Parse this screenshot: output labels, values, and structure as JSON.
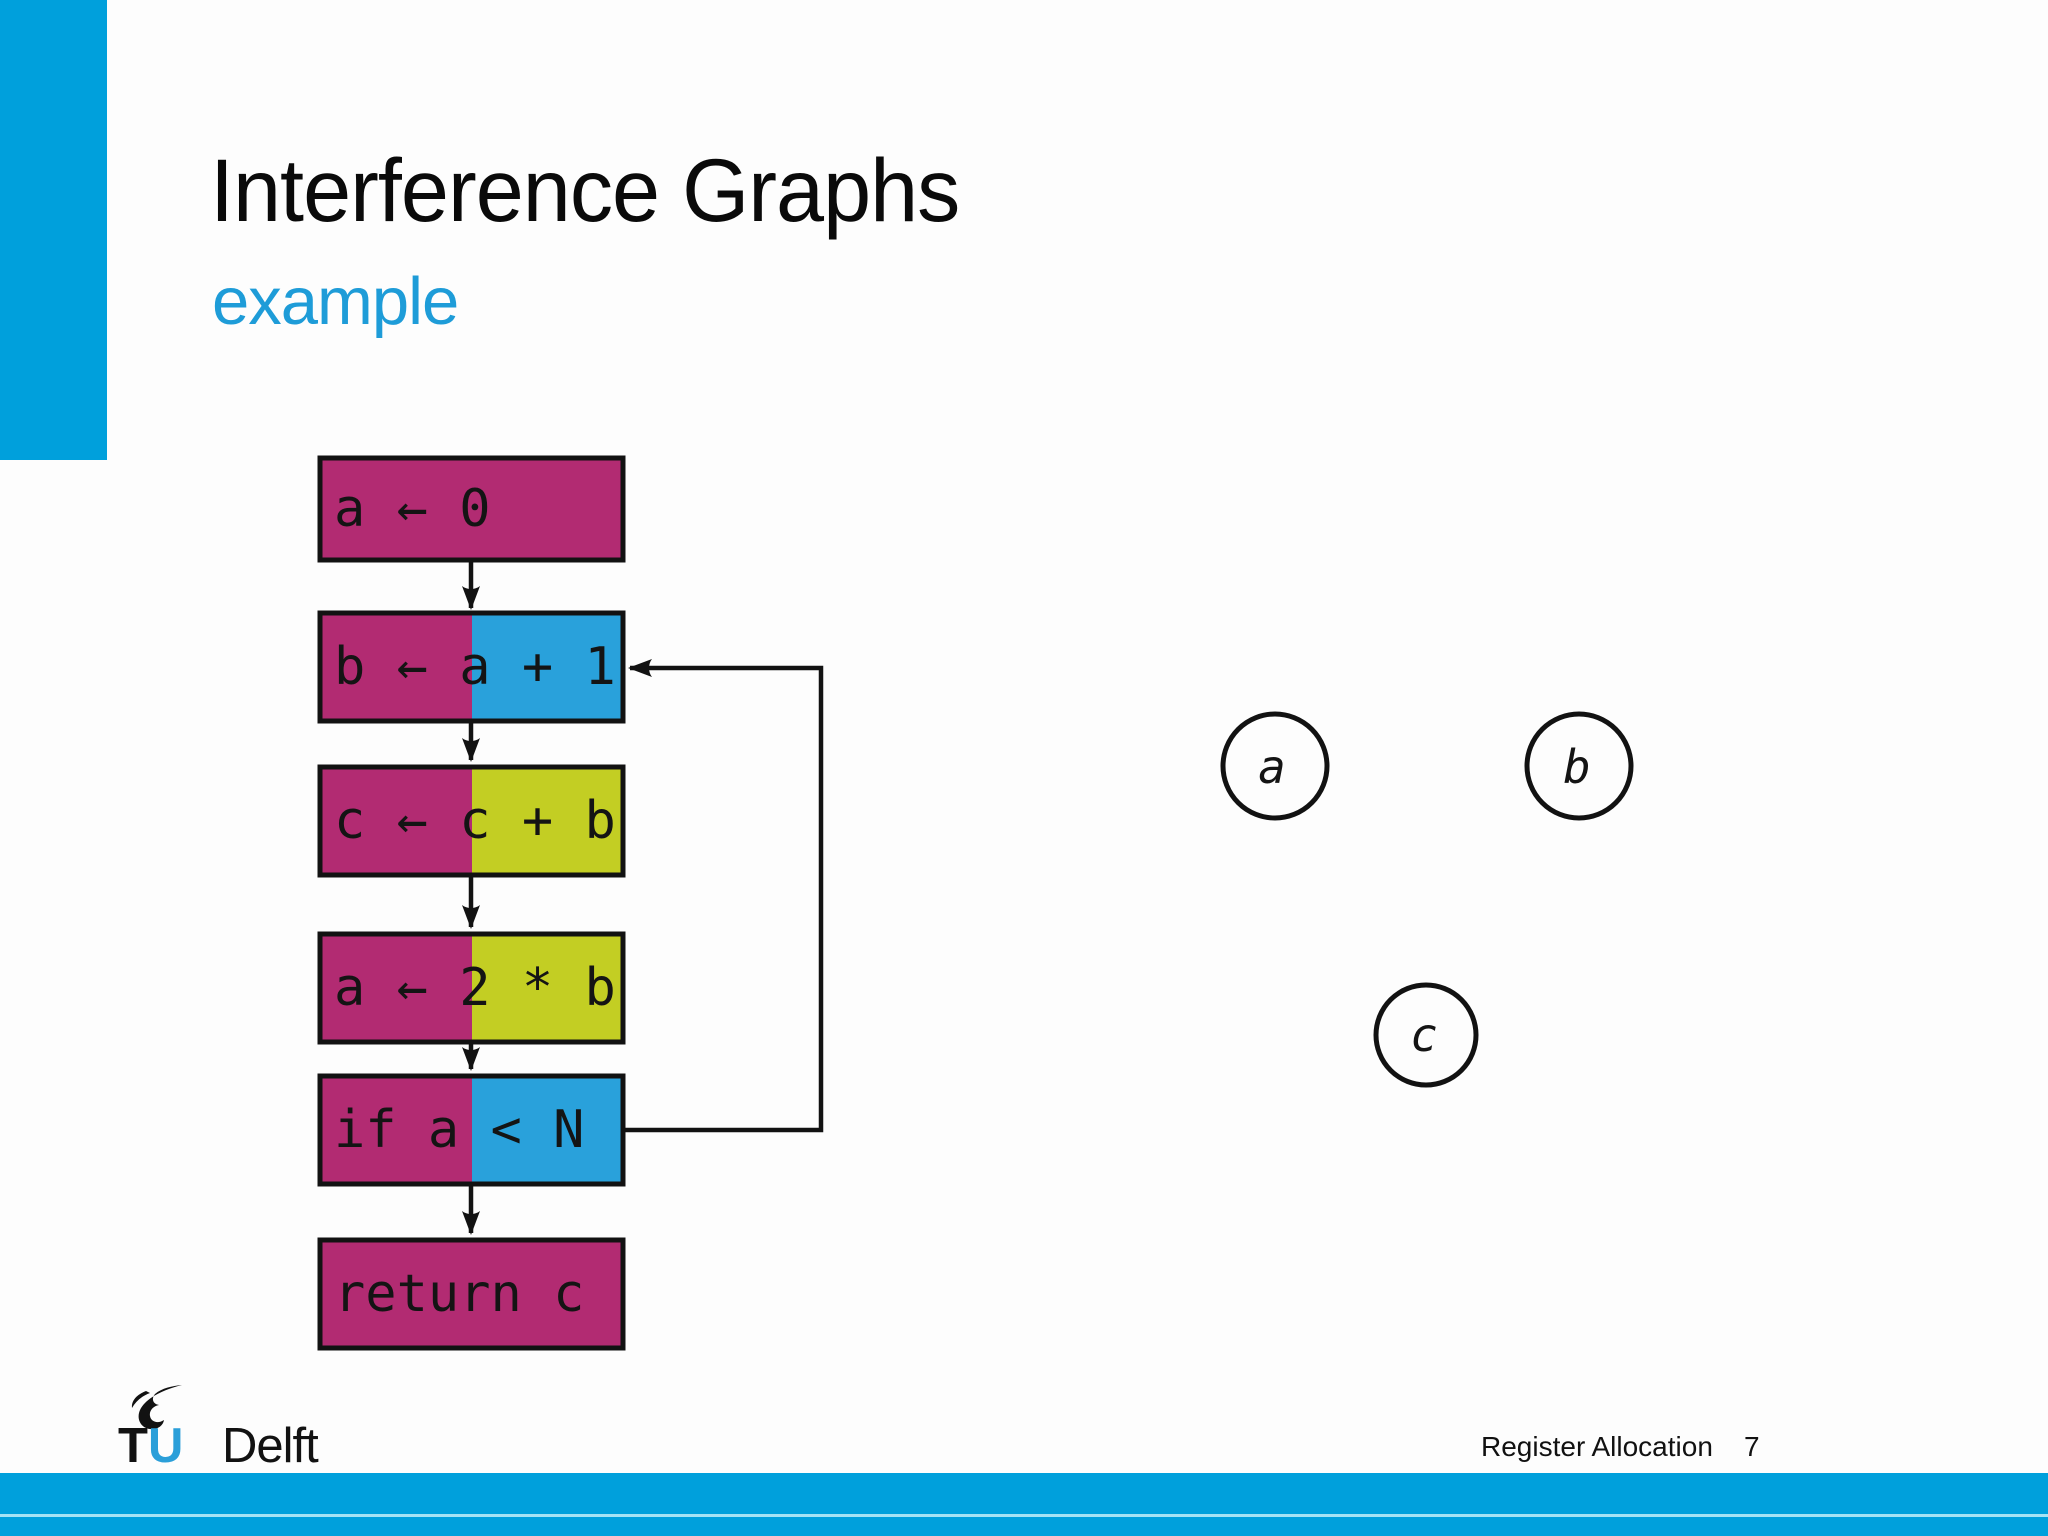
{
  "slide": {
    "title": "Interference Graphs",
    "subtitle": "example"
  },
  "colors": {
    "accent": "#00a0dc",
    "subtitle_blue": "#1e9cd8",
    "magenta": "#b22b72",
    "box_blue": "#29a1db",
    "box_yellow": "#c3ce23",
    "ink": "#141414",
    "divider": "#a5e3f5",
    "logo_u_blue": "#2b9fd9"
  },
  "flowchart": {
    "nodes": [
      {
        "text": "a ← 0",
        "left": "#b22b72",
        "right": "#b22b72"
      },
      {
        "text": "b ← a + 1",
        "left": "#b22b72",
        "right": "#29a1db"
      },
      {
        "text": "c ← c + b",
        "left": "#b22b72",
        "right": "#c3ce23"
      },
      {
        "text": "a ← 2 * b",
        "left": "#b22b72",
        "right": "#c3ce23"
      },
      {
        "text": "if a < N",
        "left": "#b22b72",
        "right": "#29a1db"
      },
      {
        "text": "return c",
        "left": "#b22b72",
        "right": "#b22b72"
      }
    ]
  },
  "graph": {
    "nodes": [
      {
        "label": "a"
      },
      {
        "label": "b"
      },
      {
        "label": "c"
      }
    ],
    "edges": []
  },
  "footer": {
    "course": "Register Allocation",
    "page": "7"
  },
  "logo": {
    "t": "T",
    "u": "U",
    "delft": "Delft"
  }
}
